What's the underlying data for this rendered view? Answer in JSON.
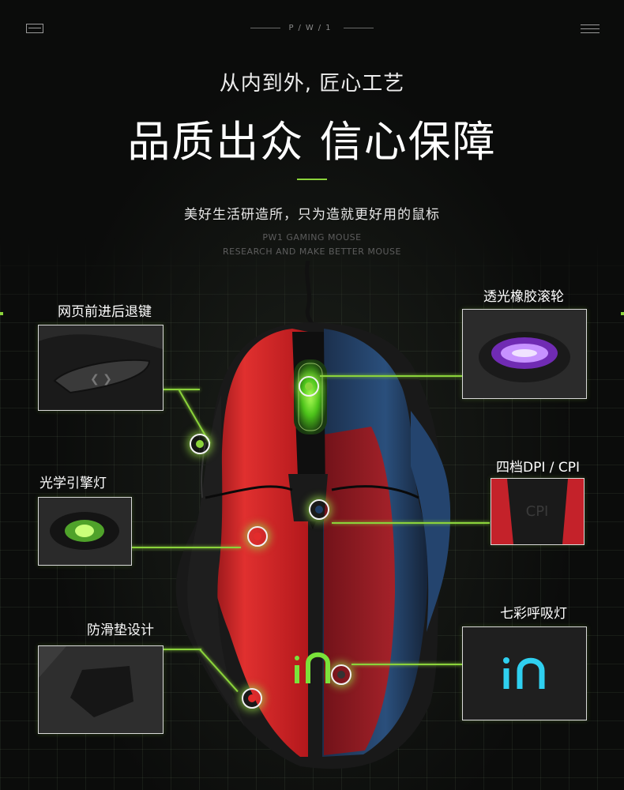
{
  "header": {
    "page_indicator": "P/W/1",
    "subtitle": "从内到外, 匠心工艺",
    "headline": "品质出众 信心保障",
    "tagline": "美好生活研造所，只为造就更好用的鼠标",
    "english_line1": "PW1 GAMING MOUSE",
    "english_line2": "RESEARCH AND MAKE BETTER MOUSE"
  },
  "callouts": {
    "side_buttons": "网页前进后退键",
    "scroll_wheel": "透光橡胶滚轮",
    "optical_engine": "光学引擎灯",
    "dpi": "四档DPI / CPI",
    "anti_slip": "防滑垫设计",
    "breathing_light": "七彩呼吸灯"
  },
  "mouse_text": {
    "cpi_button": "CPI",
    "logo": "iN"
  },
  "colors": {
    "accent": "#8bd33b",
    "mouse_red": "#d1262a",
    "mouse_blue": "#1e3c64",
    "logo_glow": "#2fd0f0",
    "wheel_glow": "#b45cff"
  },
  "icons": {
    "top_left": "window-icon",
    "top_right": "menu-icon"
  }
}
